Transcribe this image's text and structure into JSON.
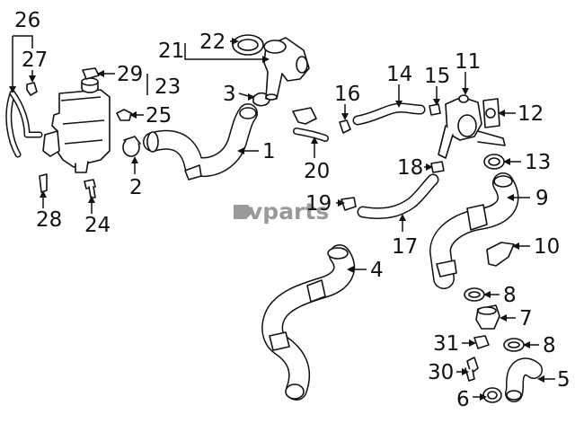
{
  "watermark": {
    "text": "vparts"
  },
  "callouts": [
    {
      "id": "1",
      "label": "1"
    },
    {
      "id": "2",
      "label": "2"
    },
    {
      "id": "3",
      "label": "3"
    },
    {
      "id": "4",
      "label": "4"
    },
    {
      "id": "5",
      "label": "5"
    },
    {
      "id": "6",
      "label": "6"
    },
    {
      "id": "7",
      "label": "7"
    },
    {
      "id": "8a",
      "label": "8"
    },
    {
      "id": "8b",
      "label": "8"
    },
    {
      "id": "9",
      "label": "9"
    },
    {
      "id": "10",
      "label": "10"
    },
    {
      "id": "11",
      "label": "11"
    },
    {
      "id": "12",
      "label": "12"
    },
    {
      "id": "13",
      "label": "13"
    },
    {
      "id": "14",
      "label": "14"
    },
    {
      "id": "15",
      "label": "15"
    },
    {
      "id": "16",
      "label": "16"
    },
    {
      "id": "17",
      "label": "17"
    },
    {
      "id": "18",
      "label": "18"
    },
    {
      "id": "19",
      "label": "19"
    },
    {
      "id": "20",
      "label": "20"
    },
    {
      "id": "21",
      "label": "21"
    },
    {
      "id": "22",
      "label": "22"
    },
    {
      "id": "23",
      "label": "23"
    },
    {
      "id": "24",
      "label": "24"
    },
    {
      "id": "25",
      "label": "25"
    },
    {
      "id": "26",
      "label": "26"
    },
    {
      "id": "27",
      "label": "27"
    },
    {
      "id": "28",
      "label": "28"
    },
    {
      "id": "29",
      "label": "29"
    },
    {
      "id": "30",
      "label": "30"
    },
    {
      "id": "31",
      "label": "31"
    }
  ]
}
